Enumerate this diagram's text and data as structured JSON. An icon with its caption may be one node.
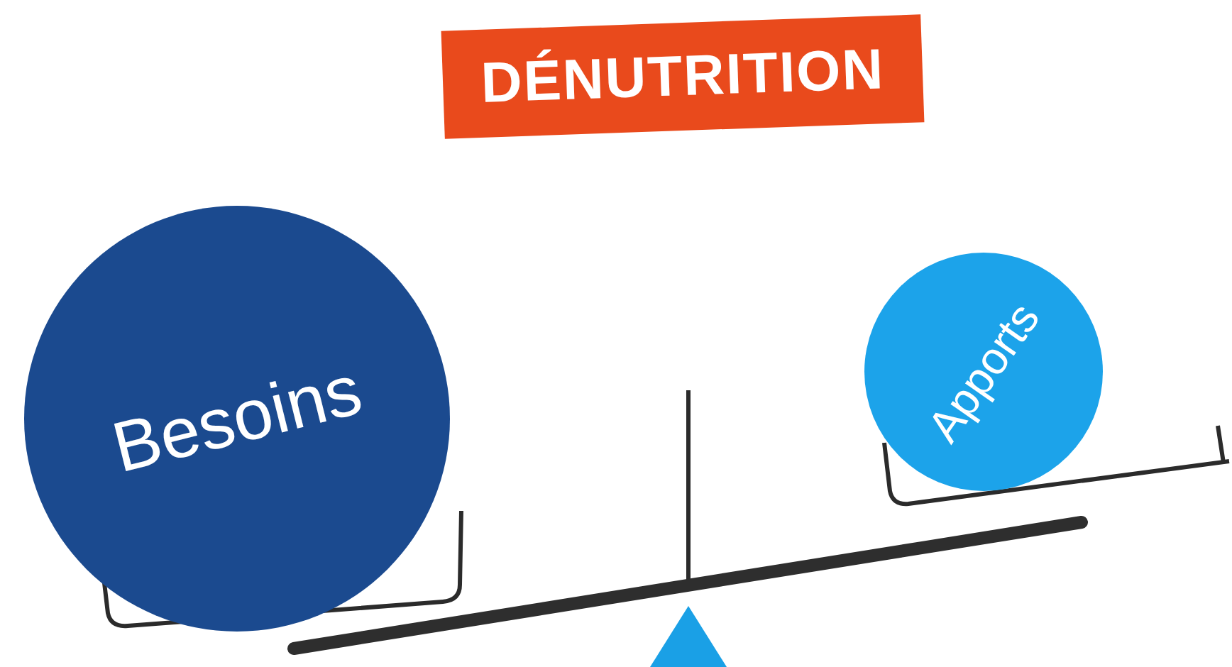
{
  "diagram": {
    "title": "DÉNUTRITION",
    "nodes": [
      {
        "text": [
          "Besoins"
        ]
      },
      {
        "text": [
          "Apports"
        ]
      }
    ]
  }
}
